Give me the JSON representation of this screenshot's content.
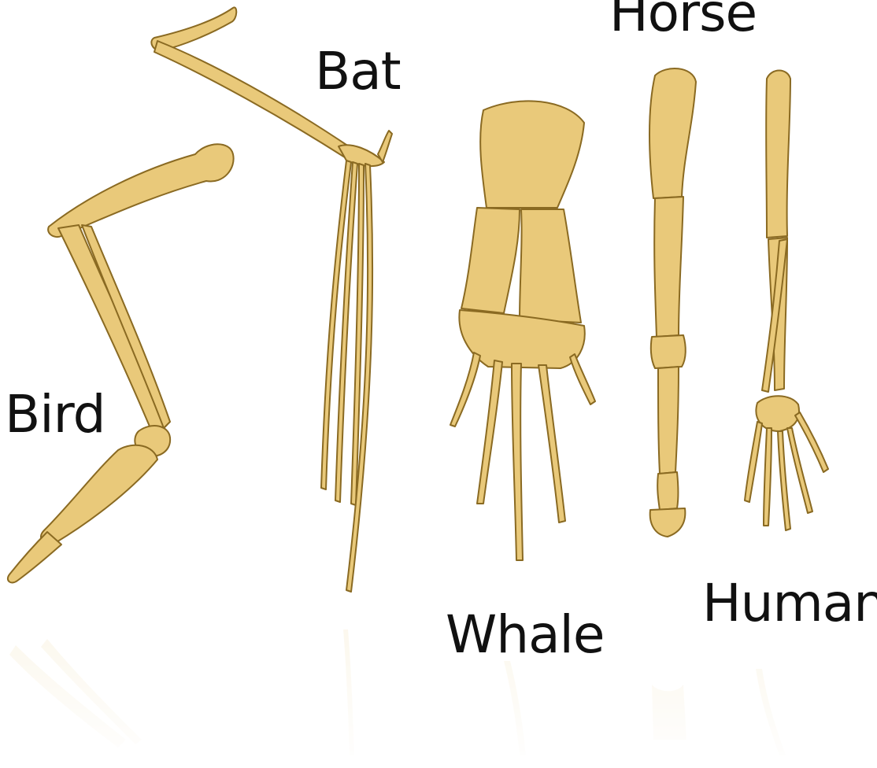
{
  "labels": {
    "bird": "Bird",
    "bat": "Bat",
    "horse": "Horse",
    "whale": "Whale",
    "human": "Human"
  },
  "colors": {
    "bone_fill": "#e9c97a",
    "bone_shade": "#c9a14a",
    "bone_outline": "#8a6a22",
    "label_text": "#111111",
    "background": "#ffffff"
  }
}
